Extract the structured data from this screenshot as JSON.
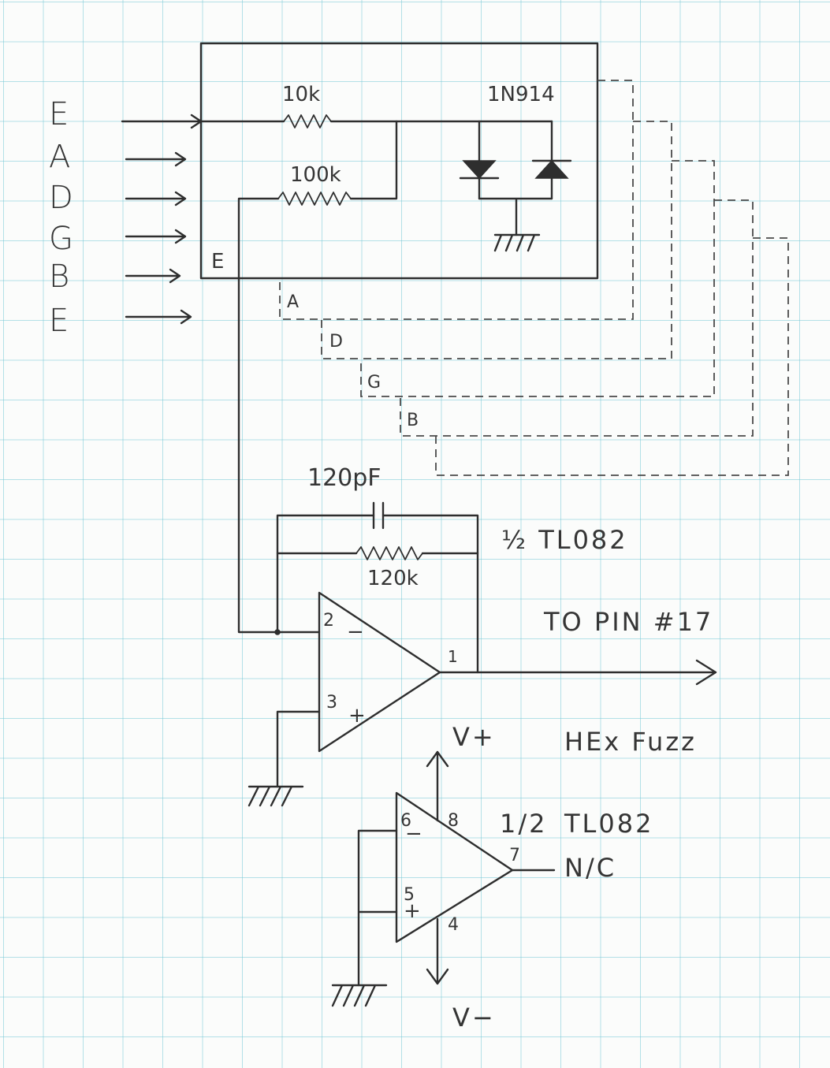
{
  "inputs": {
    "string_labels": [
      "E",
      "A",
      "D",
      "G",
      "B",
      "E"
    ]
  },
  "box": {
    "corner_label": "E"
  },
  "dashed_box_labels": [
    "A",
    "D",
    "G",
    "B"
  ],
  "components": {
    "r_10k": "10k",
    "r_100k": "100k",
    "diodes": "1N914",
    "c_feedback": "120pF",
    "r_feedback": "120k"
  },
  "opamp1": {
    "part": "½ TL082",
    "pin_inv": "2",
    "pin_noninv": "3",
    "pin_out": "1",
    "minus": "−",
    "plus": "+"
  },
  "output_note": "TO PIN #17",
  "title": "HEx Fuzz",
  "opamp2": {
    "part_fraction": "1/2",
    "part_name": "TL082",
    "pin_inv": "6",
    "pin_noninv": "5",
    "pin_out": "7",
    "pin_vplus": "8",
    "pin_vminus": "4",
    "minus": "−",
    "plus": "+",
    "out_note": "N/C"
  },
  "supply": {
    "v_plus": "V+",
    "v_minus": "V−"
  }
}
